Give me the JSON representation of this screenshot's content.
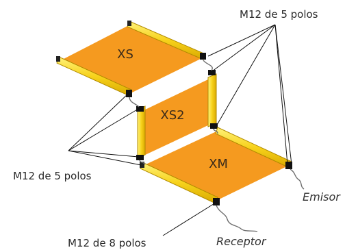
{
  "zones": {
    "top": "XS",
    "middle": "XS2",
    "bottom": "XM"
  },
  "callouts": {
    "top_right": "M12 de 5 polos",
    "left": "M12 de 5 polos",
    "bottom": "M12 de 8 polos"
  },
  "ports": {
    "emitter": "Emisor",
    "receiver": "Receptor"
  },
  "colors": {
    "field": "#f59a1f",
    "bar": "#f7d21b",
    "bar_highlight": "#fff27a",
    "connector": "#111111"
  }
}
